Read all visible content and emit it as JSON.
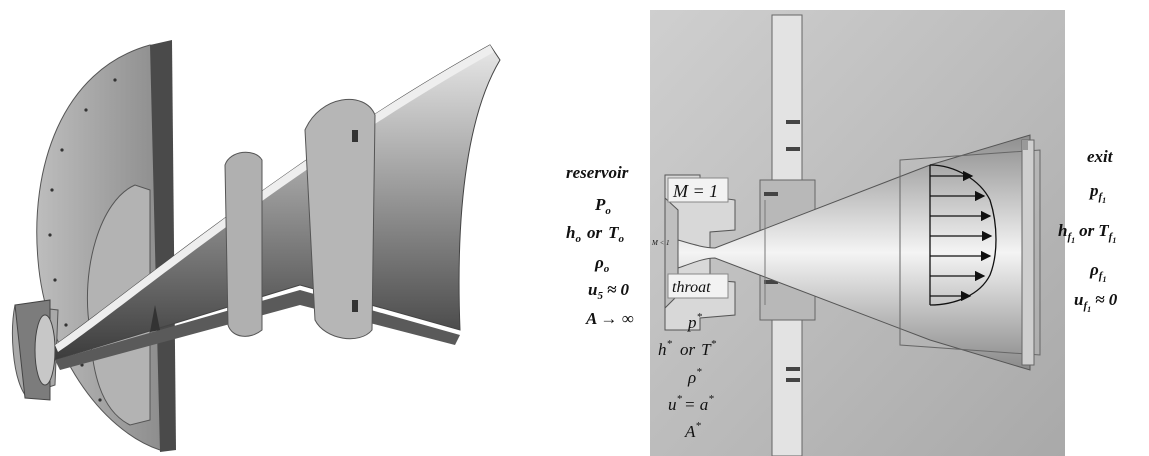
{
  "labels": {
    "reservoir": {
      "title": "reservoir",
      "pressure": "P",
      "pressure_sub": "o",
      "enthalpy": "h",
      "enthalpy_sub": "o",
      "or1": "or",
      "temperature": "T",
      "temperature_sub": "o",
      "density": "ρ",
      "density_sub": "o",
      "velocity": "u",
      "velocity_sub": "5",
      "velocity_rel": "≈ 0",
      "area": "A",
      "area_rel": "→ ∞"
    },
    "throat": {
      "mach": "M = 1",
      "mach_small": "M < 1",
      "title": "throat",
      "pressure": "p",
      "enthalpy": "h",
      "or": "or",
      "temperature": "T",
      "density": "ρ",
      "velocity_eq": "u",
      "velocity_rhs": "= a",
      "area": "A",
      "star": "*"
    },
    "exit": {
      "title": "exit",
      "pressure": "p",
      "enthalpy": "h",
      "or": "or",
      "temperature": "T",
      "density": "ρ",
      "velocity": "u",
      "velocity_rel": "≈ 0",
      "sub": "f",
      "sub_index": "1"
    }
  },
  "colors": {
    "metal_light": "#d9d9d9",
    "metal_mid": "#9a9a9a",
    "metal_dark": "#4a4a4a",
    "section_bg": "#bdbdbd",
    "arrow": "#111111"
  }
}
